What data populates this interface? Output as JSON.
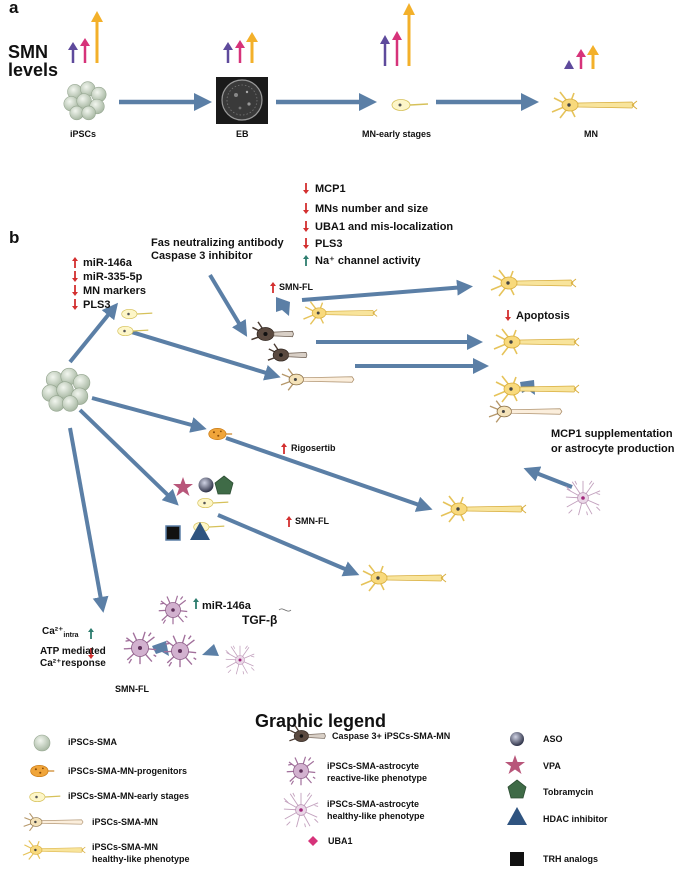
{
  "panel_a": {
    "label": "a",
    "smn_title_line1": "SMN",
    "smn_title_line2": "levels",
    "stages": [
      "iPSCs",
      "EB",
      "MN-early stages",
      "MN"
    ]
  },
  "panel_b": {
    "label": "b",
    "left_markers": [
      "miR-146a",
      "miR-335-5p",
      "MN markers",
      "PLS3"
    ],
    "top_markers": [
      "MCP1",
      "MNs number and size",
      "UBA1 and mis-localization",
      "PLS3",
      "Na⁺ channel activity"
    ],
    "fas_line1": "Fas neutralizing antibody",
    "fas_line2": "Caspase 3 inhibitor",
    "smn_fl_top": "SMN-FL",
    "apoptosis": "Apoptosis",
    "mcp1_line1": "MCP1 supplementation",
    "mcp1_line2": "or astrocyte production",
    "rigosertib": "Rigosertib",
    "smn_fl_mid": "SMN-FL",
    "mir146a_astro": "miR-146a",
    "tgf": "TGF-β",
    "ca_intra": "Ca²⁺",
    "ca_intra_sub": "intra",
    "atp_line1": "ATP mediated",
    "atp_line2": "Ca²⁺response",
    "smn_fl_bottom": "SMN-FL"
  },
  "legend": {
    "title": "Graphic legend",
    "col1": [
      "iPSCs-SMA",
      "iPSCs-SMA-MN-progenitors",
      "iPSCs-SMA-MN-early stages",
      "iPSCs-SMA-MN"
    ],
    "col1_healthy_line1": "iPSCs-SMA-MN",
    "col1_healthy_line2": "healthy-like phenotype",
    "caspase": "Caspase 3+ iPSCs-SMA-MN",
    "reactive_line1": "iPSCs-SMA-astrocyte",
    "reactive_line2": "reactive-like phenotype",
    "healthy_astro_line1": "iPSCs-SMA-astrocyte",
    "healthy_astro_line2": "healthy-like phenotype",
    "uba1": "UBA1",
    "col3": [
      "ASO",
      "VPA",
      "Tobramycin",
      "HDAC inhibitor",
      "TRH analogs"
    ]
  },
  "colors": {
    "arrow_blue": "#5b7fa6",
    "up_red": "#d32f2f",
    "down_teal": "#2e7d6f",
    "smn_purple": "#5e4a9c",
    "smn_pink": "#d6337a",
    "smn_orange": "#f3b02a",
    "mn_yellow": "#f6d77a",
    "astro_purple": "#b98bb4"
  }
}
